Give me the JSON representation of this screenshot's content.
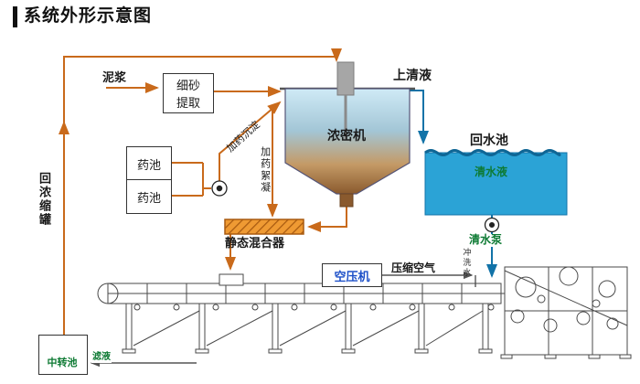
{
  "title": "系统外形示意图",
  "diagram": {
    "labels": {
      "mud": "泥浆",
      "fine_sand_extraction": "细砂提取",
      "chemical_pool_top": "药池",
      "chemical_pool_bottom": "药池",
      "dosing_sedimentation": "加药沉淀",
      "dosing_flocculation": "加药絮凝",
      "thickener": "浓密机",
      "supernatant": "上清液",
      "return_water_pool": "回水池",
      "clear_water": "清水液",
      "clear_water_pump": "清水泵",
      "flush_water": "冲洗水",
      "static_mixer": "静态混合器",
      "air_compressor": "空压机",
      "compressed_air": "压缩空气",
      "return_to_concentrator": "回浓缩罐",
      "transfer_pool": "中转池",
      "filtrate": "滤液"
    },
    "colors": {
      "pipe_orange": "#c96a1b",
      "water_blue": "#2ba3d6",
      "water_blue_dark": "#1273a8",
      "text_green": "#0d7a33",
      "compressor_text_blue": "#1d50c8"
    }
  }
}
